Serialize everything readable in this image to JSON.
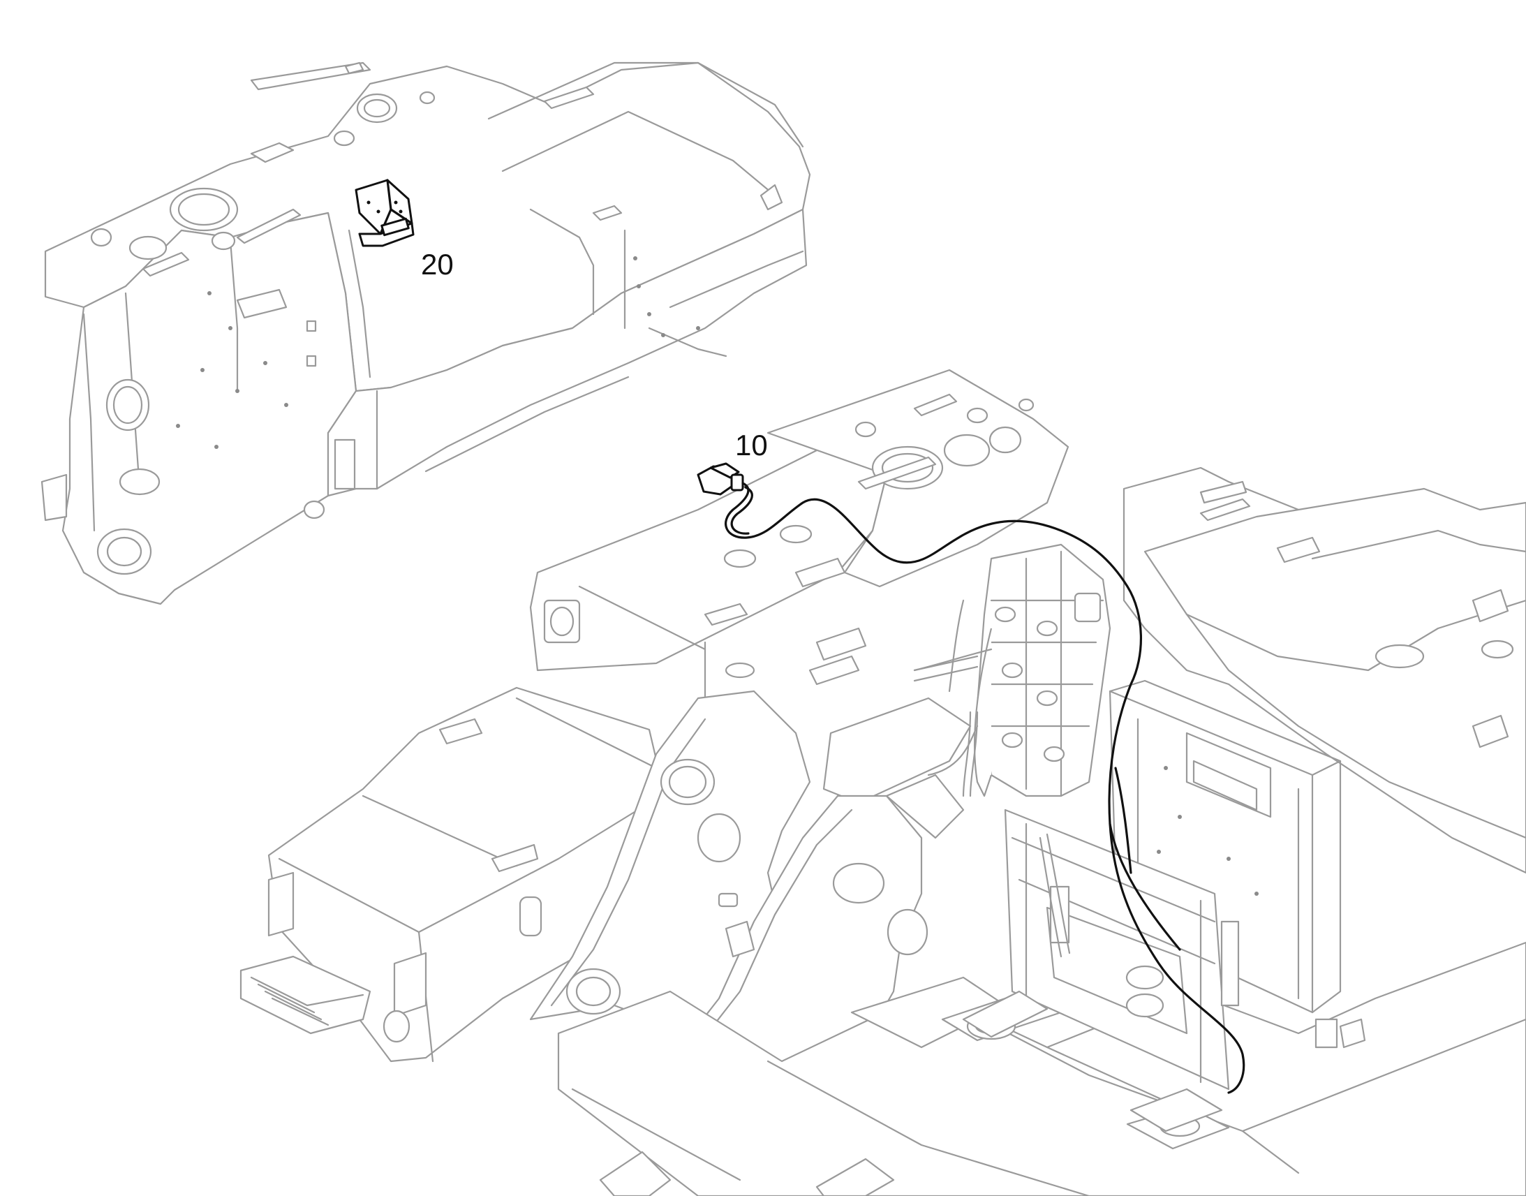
{
  "callouts": [
    {
      "id": "20",
      "label": "20"
    },
    {
      "id": "10",
      "label": "10"
    }
  ],
  "colors": {
    "line": "#9a9a9a",
    "highlight": "#111111",
    "background": "#ffffff"
  }
}
